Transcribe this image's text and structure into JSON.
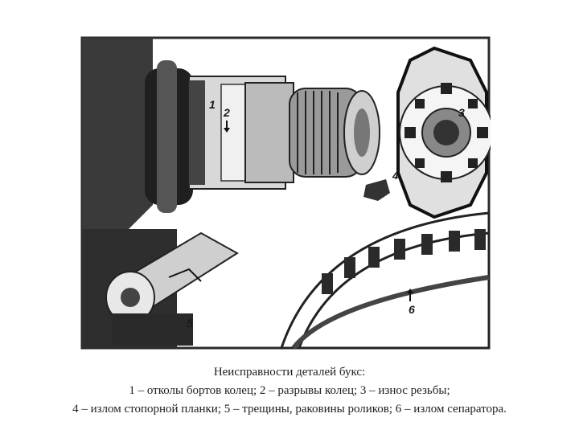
{
  "figure": {
    "labels": {
      "l1": "1",
      "l2": "2",
      "l3": "3",
      "l4": "4",
      "l5": "5",
      "l6": "6"
    }
  },
  "caption": {
    "title": "Неисправности деталей букс:",
    "line1": "1 – отколы бортов колец; 2 – разрывы колец; 3 – износ резьбы;",
    "line2": "4 – излом стопорной планки; 5 – трещины, раковины роликов; 6 – излом сепаратора."
  }
}
